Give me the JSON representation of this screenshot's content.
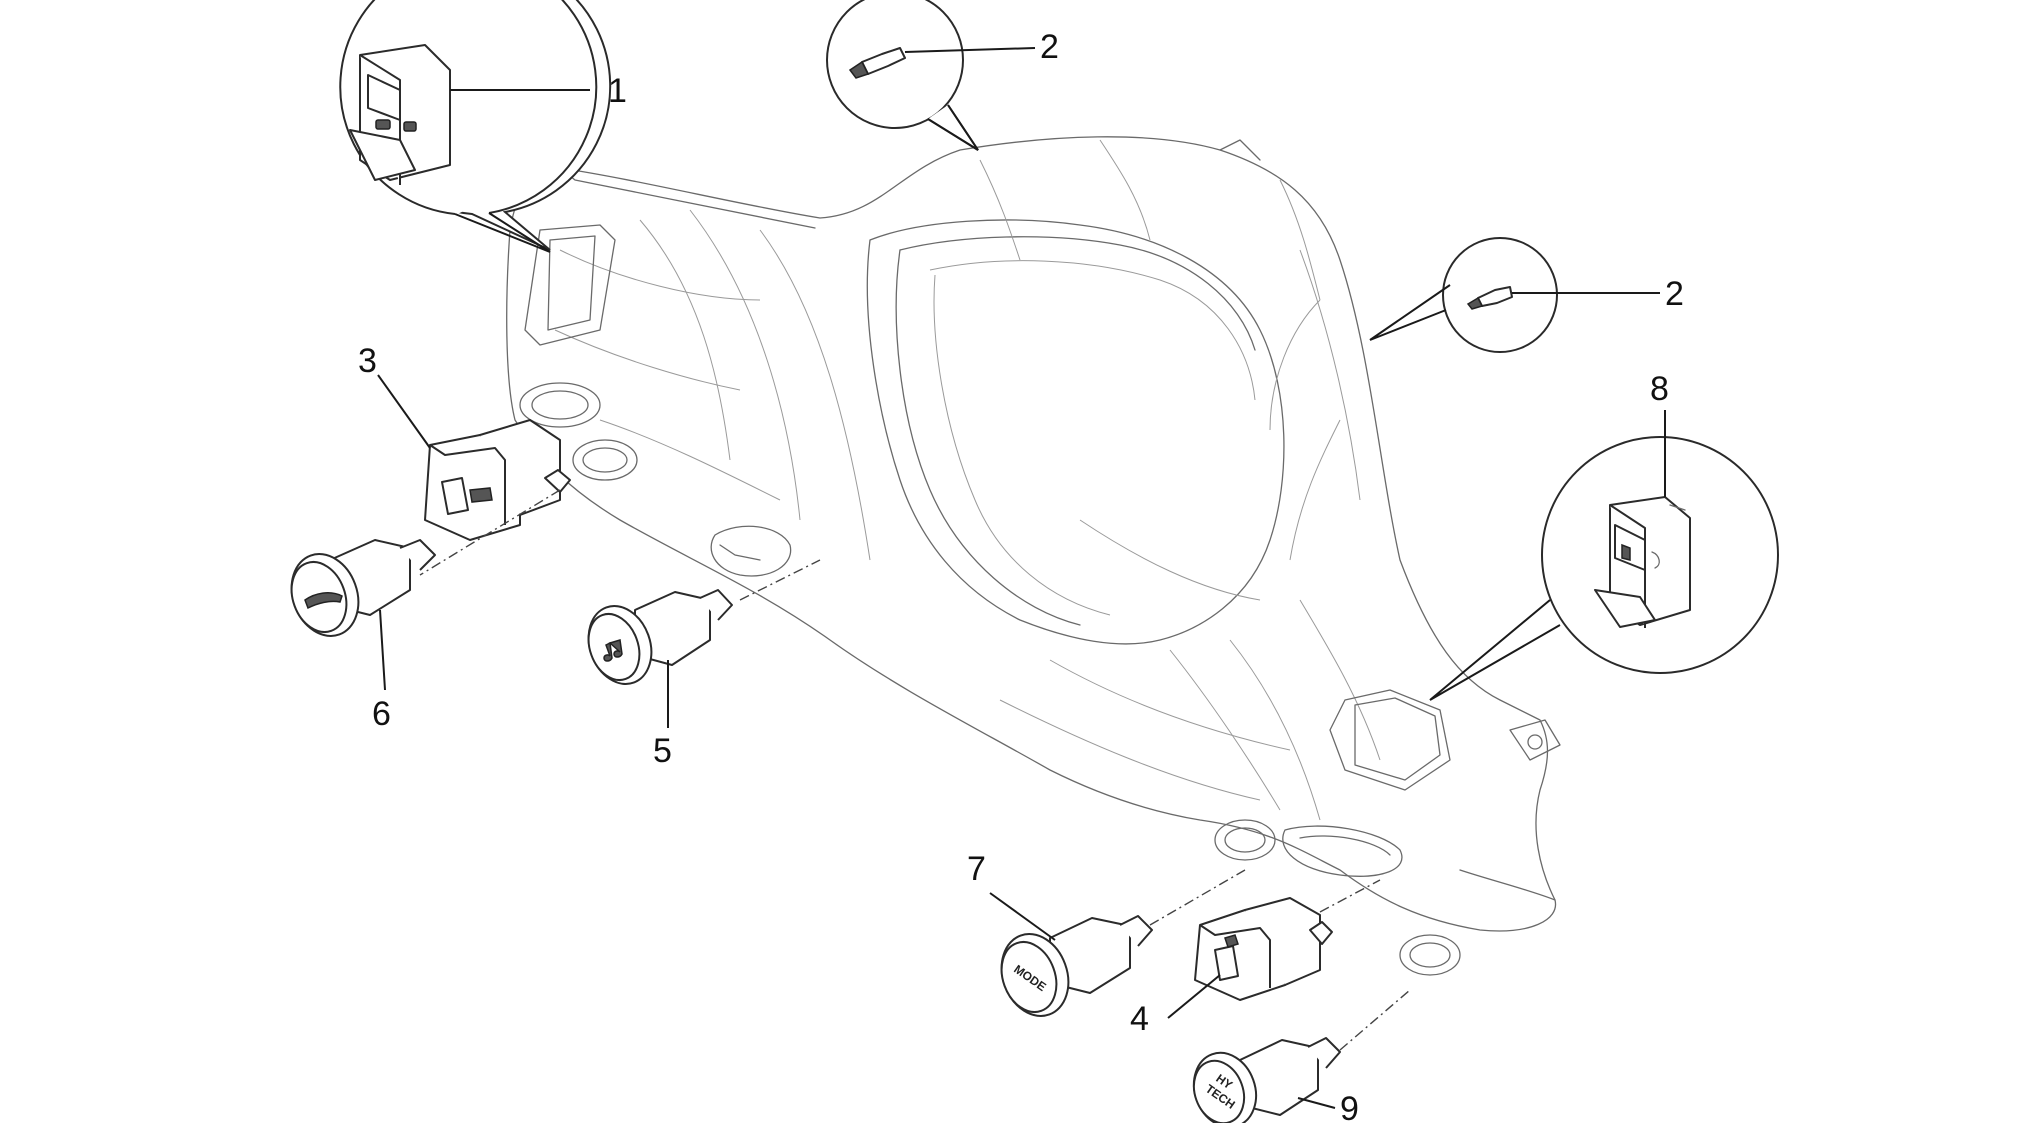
{
  "labels": {
    "l1": "1",
    "l2a": "2",
    "l2b": "2",
    "l3": "3",
    "l4": "4",
    "l5": "5",
    "l6": "6",
    "l7": "7",
    "l8": "8",
    "l9": "9"
  },
  "button_text": {
    "mode": "MODE",
    "hytech_line1": "HY",
    "hytech_line2": "TECH"
  },
  "colors": {
    "line": "#6a6a6a",
    "ink": "#1a1a1a",
    "background": "#ffffff"
  }
}
